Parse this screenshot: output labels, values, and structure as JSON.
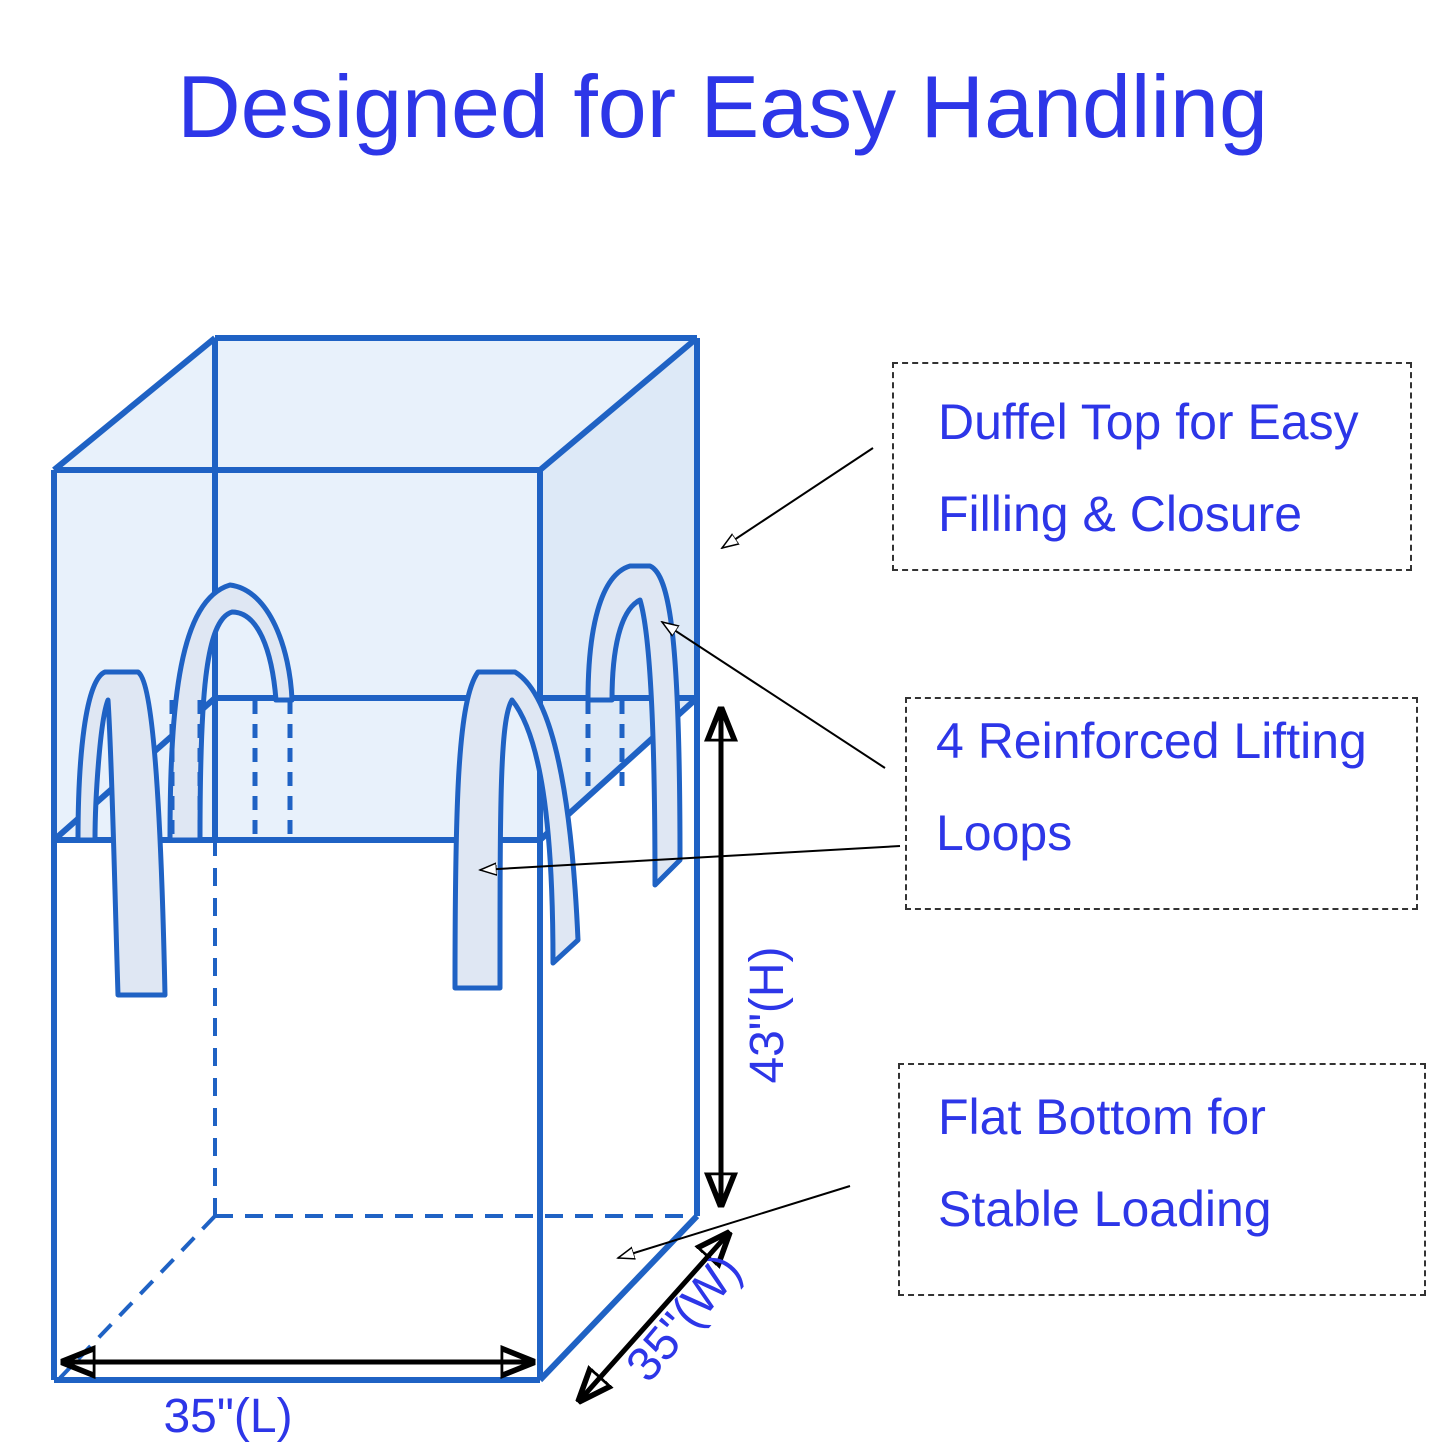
{
  "title": "Designed for Easy Handling",
  "callouts": {
    "duffel_top": {
      "line1": "Duffel Top for Easy",
      "line2": "Filling & Closure"
    },
    "lifting_loops": {
      "line1": "4 Reinforced Lifting",
      "line2": "Loops"
    },
    "flat_bottom": {
      "line1": "Flat Bottom for",
      "line2": "Stable Loading"
    }
  },
  "dimensions": {
    "length": "35\"(L)",
    "width": "35\"(W)",
    "height": "43\"(H)"
  },
  "colors": {
    "title": "#2d36e8",
    "bag_outline": "#1f62c4",
    "bag_fill": "#e3eefa",
    "loop_fill": "#dfe7f3",
    "arrow": "#000000"
  }
}
